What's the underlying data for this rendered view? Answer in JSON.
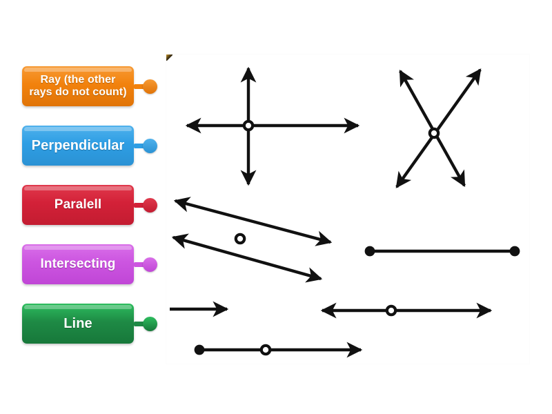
{
  "activity": {
    "type": "labelled-diagram",
    "title": "Labelled diagram"
  },
  "labels": [
    {
      "id": "ray",
      "text": "Ray (the other rays do not count)",
      "line1": "Ray (the other",
      "line2": "rays do not count)",
      "color": "#f2820d",
      "color_light": "#f79a34",
      "color_dark": "#e07408"
    },
    {
      "id": "perpendicular",
      "text": "Perpendicular",
      "line1": "Perpendicular",
      "line2": "",
      "color": "#2e9ee4",
      "color_light": "#4fb1ec",
      "color_dark": "#2b92d4"
    },
    {
      "id": "parallel",
      "text": "Paralell",
      "line1": "Paralell",
      "line2": "",
      "color": "#d32138",
      "color_light": "#e0394c",
      "color_dark": "#c31c31"
    },
    {
      "id": "intersecting",
      "text": "Intersecting",
      "line1": "Intersecting",
      "line2": "",
      "color": "#cc55e0",
      "color_light": "#d96fe9",
      "color_dark": "#c046d6"
    },
    {
      "id": "line",
      "text": "Line",
      "line1": "Line",
      "line2": "",
      "color": "#1e8a45",
      "color_light": "#2dbd5e",
      "color_dark": "#17783a"
    }
  ],
  "diagram": {
    "stroke_color": "#111111",
    "marker_fill": "#ffffff",
    "figures": [
      {
        "id": "perpendicular-lines",
        "name": "perpendicular-lines-figure",
        "description": "Two double-headed arrows crossing at right angles with a hollow circle at the intersection"
      },
      {
        "id": "intersecting-lines",
        "name": "intersecting-lines-figure",
        "description": "Two double-headed arrows crossing in an X with a hollow circle at the intersection"
      },
      {
        "id": "parallel-lines",
        "name": "parallel-lines-figure",
        "description": "Two slanted double-headed arrows that never meet, hollow circle between them"
      },
      {
        "id": "line-segment",
        "name": "line-segment-figure",
        "description": "Straight segment with two solid endpoints"
      },
      {
        "id": "short-ray",
        "name": "short-ray-figure",
        "description": "Short horizontal arrow pointing right"
      },
      {
        "id": "full-line",
        "name": "full-line-figure",
        "description": "Horizontal double-headed arrow with a hollow circle at its midpoint"
      },
      {
        "id": "ray-with-endpoint",
        "name": "ray-figure",
        "description": "Solid endpoint on the left, hollow circle midway, arrowhead on the right"
      }
    ]
  }
}
